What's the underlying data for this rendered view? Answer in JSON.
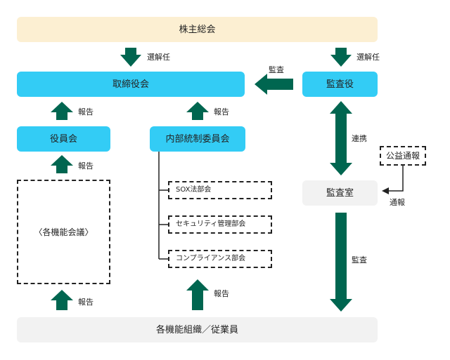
{
  "nodes": {
    "shareholders": "株主総会",
    "board": "取締役会",
    "auditor": "監査役",
    "officers": "役員会",
    "internal_control": "内部統制委員会",
    "functional_meetings": "〈各機能会議〉",
    "sox": "SOX法部会",
    "security": "セキュリティ管理部会",
    "compliance": "コンプライアンス部会",
    "audit_office": "監査室",
    "whistleblowing": "公益通報",
    "employees": "各機能組織／従業員"
  },
  "labels": {
    "elect_board": "選解任",
    "elect_auditor": "選解任",
    "audit_board": "監査",
    "report_officers": "報告",
    "report_internal": "報告",
    "report_functional": "報告",
    "coordination": "連携",
    "report_whistle": "通報",
    "audit_employees": "監査",
    "report_employees_left": "報告",
    "report_employees_mid": "報告"
  },
  "colors": {
    "arrow": "#006650",
    "primary_box": "#33ccf5",
    "top_box": "#fcefd2",
    "gray_box": "#f2f2f2"
  }
}
